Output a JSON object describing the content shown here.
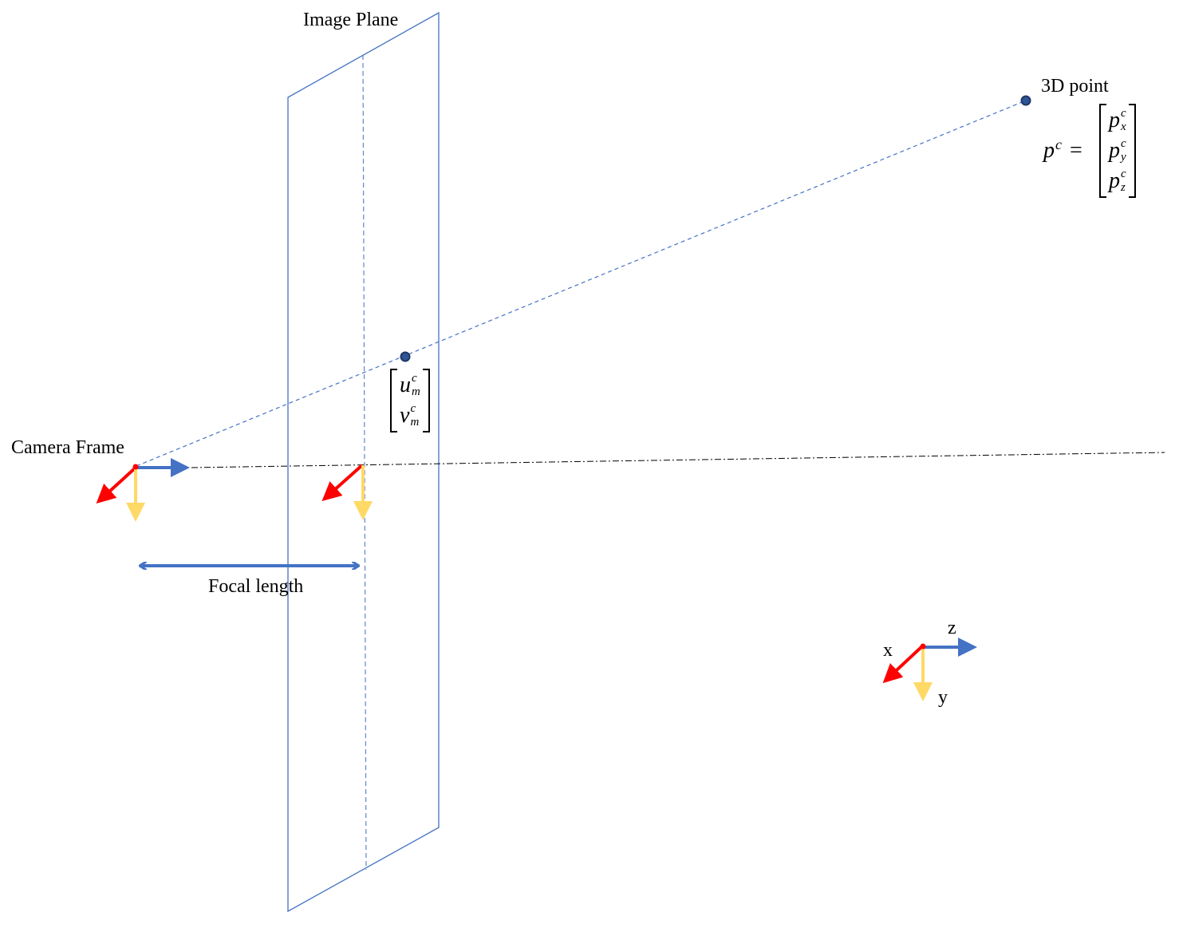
{
  "labels": {
    "image_plane": "Image Plane",
    "point_3d": "3D point",
    "camera_frame": "Camera Frame",
    "focal_length": "Focal length"
  },
  "point_equation": {
    "lhs_base": "p",
    "lhs_sup": "c",
    "equals": "=",
    "entries": [
      {
        "base": "p",
        "sup": "c",
        "sub": "x"
      },
      {
        "base": "p",
        "sup": "c",
        "sub": "y"
      },
      {
        "base": "p",
        "sup": "c",
        "sub": "z"
      }
    ]
  },
  "projected_point": {
    "entries": [
      {
        "base": "u",
        "sup": "c",
        "sub": "m"
      },
      {
        "base": "v",
        "sup": "c",
        "sub": "m"
      }
    ]
  },
  "legend_axes": {
    "x": "x",
    "y": "y",
    "z": "z"
  },
  "colors": {
    "plane": "#4472C4",
    "z_axis": "#4472C4",
    "x_axis": "#FF0000",
    "y_axis": "#FFD966",
    "point_fill": "#2F5597",
    "point_stroke": "#1F3864",
    "optical_axis": "#000000"
  }
}
